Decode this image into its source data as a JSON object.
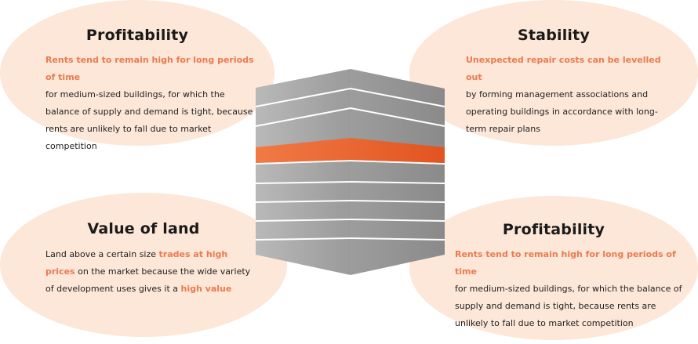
{
  "cards": {
    "top_left": {
      "title": "Profitability",
      "highlight": "Rents tend to remain high for long periods of time",
      "body": "for medium-sized buildings, for which the balance of supply and demand is tight, because rents are unlikely to fall due to market competition"
    },
    "top_right": {
      "title": "Stability",
      "highlight": "Unexpected repair costs can be levelled out",
      "body": "by forming management associations and operating buildings in accordance with long-term repair plans"
    },
    "bottom_left": {
      "title": "Value of land",
      "text_1": "Land above a certain size ",
      "highlight_1": "trades at high prices",
      "text_2": " on the market because the wide variety of development uses gives it a ",
      "highlight_2": "high value"
    },
    "bottom_right": {
      "title": "Profitability",
      "highlight": "Rents tend to remain high for long periods of time",
      "body": "for medium-sized buildings, for which the balance of supply and demand is tight, because rents are unlikely to fall due to market competition"
    }
  },
  "colors": {
    "card_fill": "#fce7d8",
    "highlight": "#ec7a4f",
    "building_gray": "#a9a9a9",
    "building_accent": "#e8612b"
  }
}
